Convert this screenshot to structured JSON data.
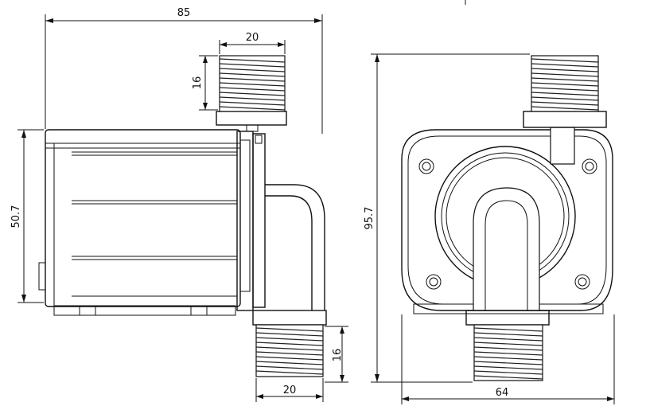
{
  "drawing": {
    "line_color": "#111111",
    "background": "#ffffff",
    "side_view": {
      "overall_width_label": "85",
      "outlet_width_label": "20",
      "outlet_thread_length_label": "16",
      "body_height_label": "50.7",
      "inlet_thread_length_label": "16",
      "inlet_width_label": "20"
    },
    "front_view": {
      "overall_height_label": "95.7",
      "body_width_label": "64"
    }
  }
}
